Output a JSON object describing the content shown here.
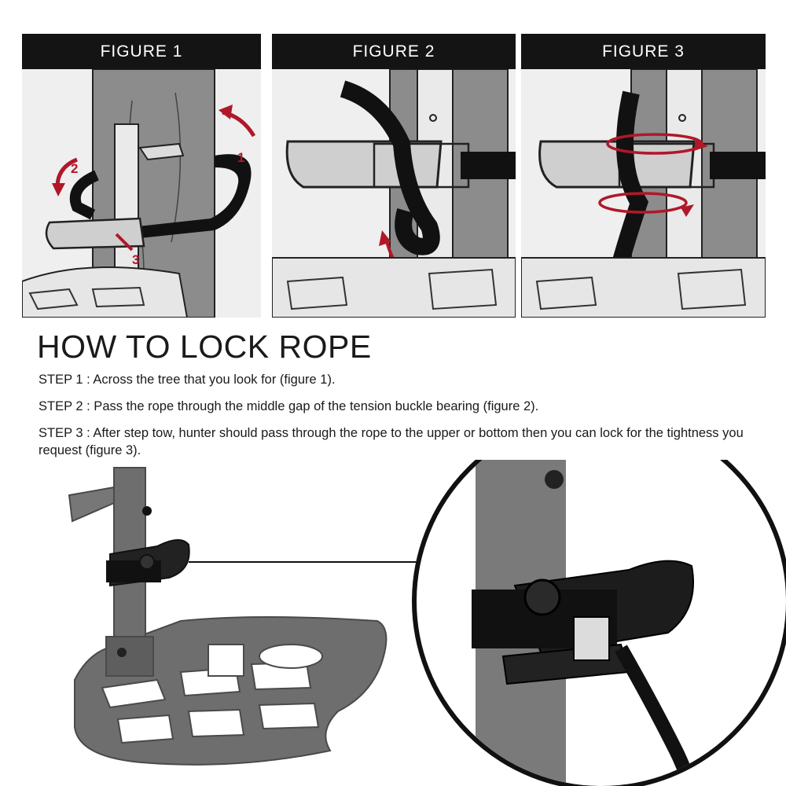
{
  "figures": [
    {
      "label": "FIGURE 1",
      "arrow_labels": [
        "1",
        "2",
        "3"
      ]
    },
    {
      "label": "FIGURE 2"
    },
    {
      "label": "FIGURE 3"
    }
  ],
  "title": "HOW TO LOCK ROPE",
  "steps": [
    {
      "text": "STEP 1 :  Across the tree that you look for (figure 1)."
    },
    {
      "text": "STEP 2 :  Pass the rope through the middle gap of the tension buckle bearing (figure 2)."
    },
    {
      "text": "STEP 3 : After step tow, hunter should pass through the rope to the upper or bottom then you can lock for the tightness you request (figure 3)."
    }
  ],
  "colors": {
    "header_bg": "#141414",
    "tree": "#8c8c8c",
    "arrow": "#b0182a",
    "strap": "#111111",
    "product": "#6e6e6e"
  }
}
